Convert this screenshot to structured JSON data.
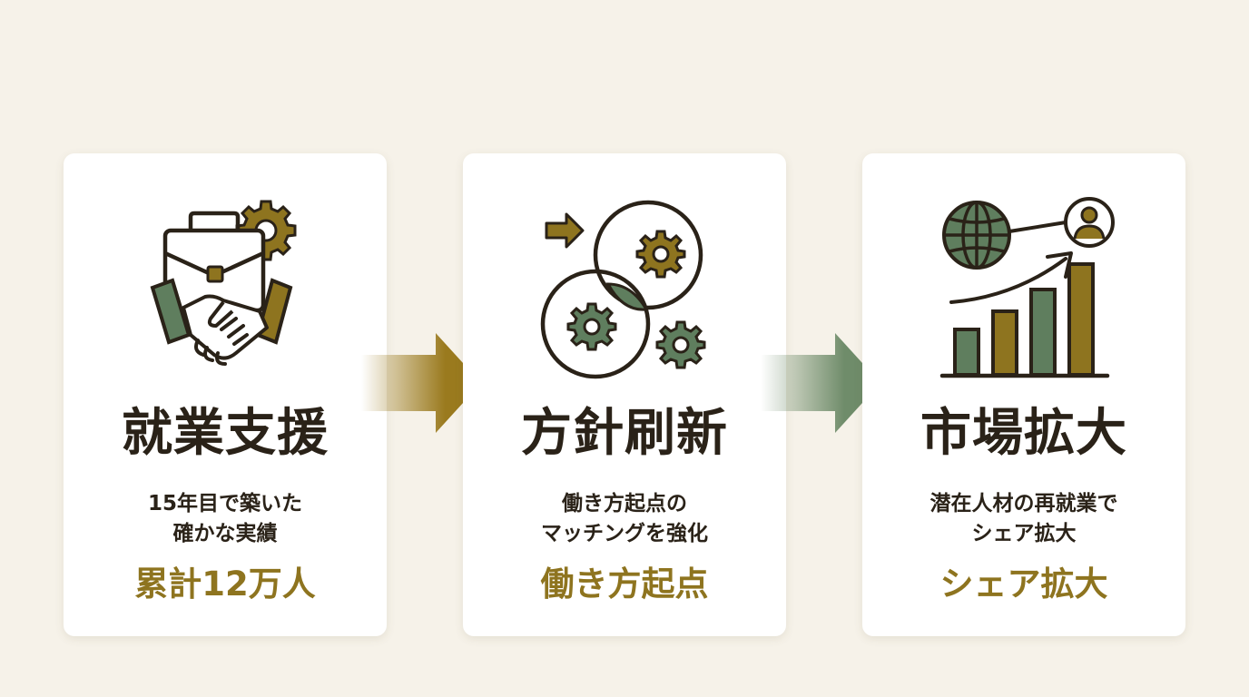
{
  "steps": [
    {
      "title": "就業支援",
      "description": [
        "15年目で築いた",
        "確かな実績"
      ],
      "highlight": "累計12万人",
      "icon": "handshake-briefcase-gear-icon"
    },
    {
      "title": "方針刷新",
      "description": [
        "働き方起点の",
        "マッチングを強化"
      ],
      "highlight": "働き方起点",
      "icon": "gears-circles-arrow-icon"
    },
    {
      "title": "市場拡大",
      "description": [
        "潜在人材の再就業で",
        "シェア拡大"
      ],
      "highlight": "シェア拡大",
      "icon": "globe-growth-chart-icon"
    }
  ],
  "colors": {
    "background": "#f6f2e9",
    "card": "#ffffff",
    "dark": "#2a2218",
    "gold": "#8e741f",
    "green": "#5f7e5e",
    "arrow_gold": "#9a7a1e",
    "arrow_green": "#6f8c6a"
  }
}
